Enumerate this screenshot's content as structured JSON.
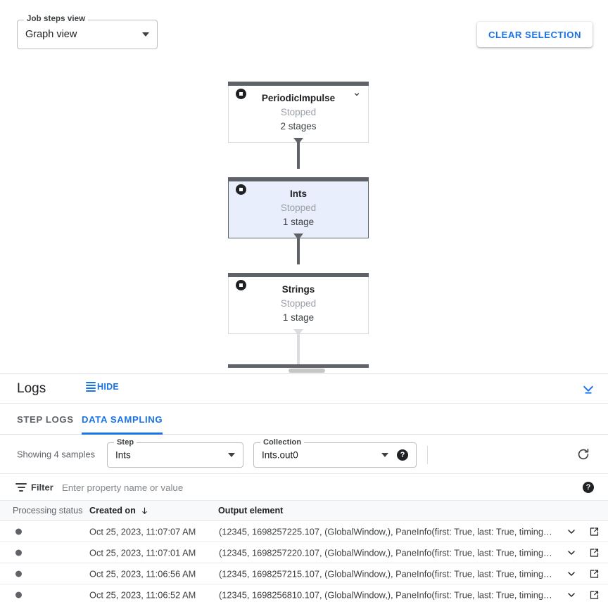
{
  "graph": {
    "view_select": {
      "label": "Job steps view",
      "value": "Graph view"
    },
    "clear_selection_label": "CLEAR SELECTION",
    "nodes": [
      {
        "title": "PeriodicImpulse",
        "status": "Stopped",
        "stages": "2 stages",
        "selected": false,
        "has_chevron": true
      },
      {
        "title": "Ints",
        "status": "Stopped",
        "stages": "1 stage",
        "selected": true,
        "has_chevron": false
      },
      {
        "title": "Strings",
        "status": "Stopped",
        "stages": "1 stage",
        "selected": false,
        "has_chevron": false
      }
    ]
  },
  "logs": {
    "title": "Logs",
    "hide_label": "HIDE",
    "tabs": [
      {
        "label": "STEP LOGS",
        "active": false
      },
      {
        "label": "DATA SAMPLING",
        "active": true
      }
    ],
    "controls": {
      "showing_samples": "Showing 4 samples",
      "step": {
        "label": "Step",
        "value": "Ints"
      },
      "collection": {
        "label": "Collection",
        "value": "Ints.out0"
      },
      "help_glyph": "?"
    },
    "filter": {
      "label": "Filter",
      "placeholder": "Enter property name or value",
      "value": ""
    },
    "table": {
      "columns": [
        "Processing status",
        "Created on",
        "Output element"
      ],
      "sort_column": "Created on",
      "sort_direction": "desc",
      "rows": [
        {
          "status": "dot",
          "created_on": "Oct 25, 2023, 11:07:07 AM",
          "output_element": "(12345, 1698257225.107, (GlobalWindow,), PaneInfo(first: True, last: True, timing…"
        },
        {
          "status": "dot",
          "created_on": "Oct 25, 2023, 11:07:01 AM",
          "output_element": "(12345, 1698257220.107, (GlobalWindow,), PaneInfo(first: True, last: True, timing…"
        },
        {
          "status": "dot",
          "created_on": "Oct 25, 2023, 11:06:56 AM",
          "output_element": "(12345, 1698257215.107, (GlobalWindow,), PaneInfo(first: True, last: True, timing…"
        },
        {
          "status": "dot",
          "created_on": "Oct 25, 2023, 11:06:52 AM",
          "output_element": "(12345, 1698256810.107, (GlobalWindow,), PaneInfo(first: True, last: True, timing…"
        }
      ]
    }
  },
  "colors": {
    "accent_blue": "#1a73e8",
    "node_bar": "#5f6368",
    "node_selected_bg": "#e8eefc",
    "muted": "#9aa0a6"
  }
}
